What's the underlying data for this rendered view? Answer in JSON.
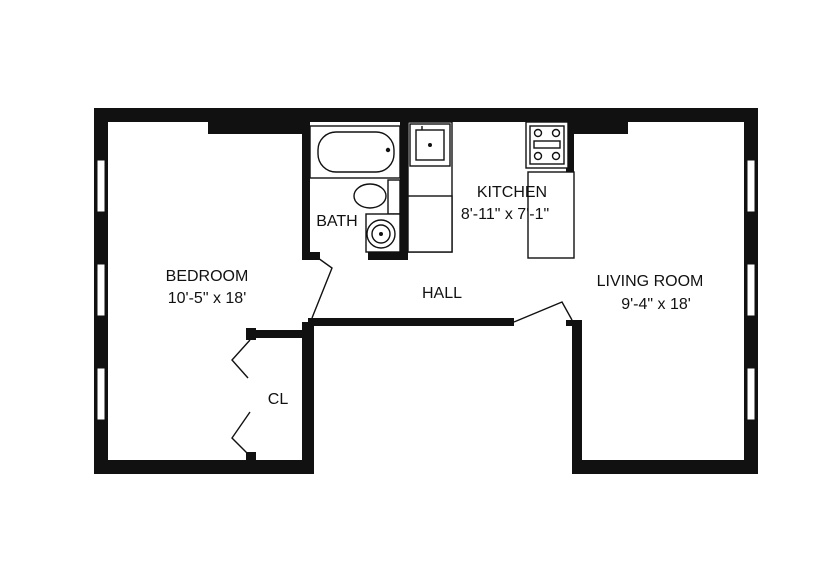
{
  "rooms": {
    "bedroom": {
      "name": "BEDROOM",
      "dims": "10'-5\" x 18'"
    },
    "bath": {
      "name": "BATH"
    },
    "kitchen": {
      "name": "KITCHEN",
      "dims": "8'-11\" x 7'-1\""
    },
    "hall": {
      "name": "HALL"
    },
    "living_room": {
      "name": "LIVING ROOM",
      "dims": "9'-4\" x 18'"
    },
    "closet": {
      "name": "CL"
    }
  },
  "colors": {
    "wall": "#111111",
    "window": "#ffffff",
    "background": "#ffffff"
  }
}
